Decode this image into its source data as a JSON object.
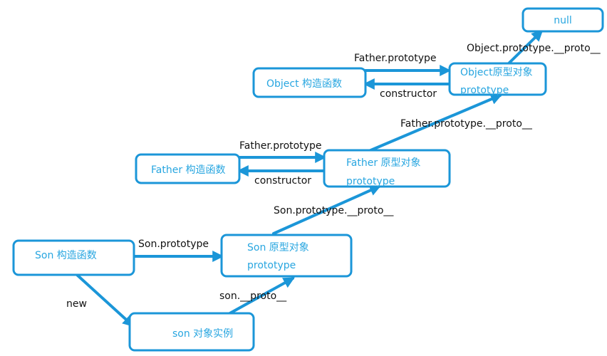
{
  "nodes": {
    "null_box": {
      "label": "null"
    },
    "object_constructor": {
      "label": "Object 构造函数"
    },
    "object_prototype": {
      "line1": "Object原型对象",
      "line2": "prototype"
    },
    "father_constructor": {
      "label": "Father 构造函数"
    },
    "father_prototype": {
      "line1": "Father 原型对象",
      "line2": "prototype"
    },
    "son_constructor": {
      "label": "Son 构造函数"
    },
    "son_prototype": {
      "line1": "Son 原型对象",
      "line2": "prototype"
    },
    "son_instance": {
      "label": "son 对象实例"
    }
  },
  "edges": {
    "object_proto_to_null": "Object.prototype.__proto__",
    "object_ctor_to_proto": "Father.prototype",
    "object_proto_to_ctor": "constructor",
    "father_proto_to_object_proto": "Father.prototype.__proto__",
    "father_ctor_to_proto": "Father.prototype",
    "father_proto_to_ctor": "constructor",
    "son_proto_to_father_proto": "Son.prototype.__proto__",
    "son_ctor_to_proto": "Son.prototype",
    "son_ctor_to_instance": "new",
    "son_instance_to_proto": "son.__proto__"
  },
  "colors": {
    "stroke": "#1b96d8",
    "node_text": "#28a6e0",
    "label_text": "#111111"
  }
}
